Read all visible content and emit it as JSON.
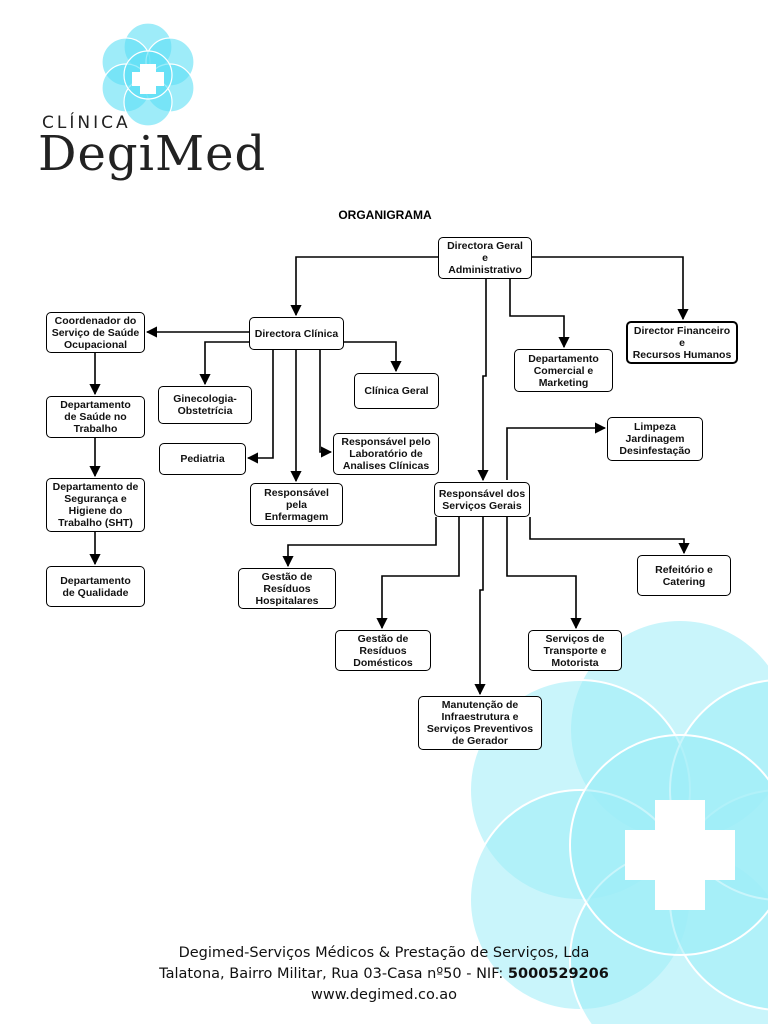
{
  "logo": {
    "clinica": "CLÍNICA",
    "name": "DegiMed"
  },
  "title": "ORGANIGRAMA",
  "nodes": {
    "geral": "Directora Geral\ne\nAdministrativo",
    "clinica": "Directora Clínica",
    "financeiro": "Director Financeiro\ne\nRecursos Humanos",
    "comercial": "Departamento\nComercial e\nMarketing",
    "coord_saude": "Coordenador do\nServiço de Saúde\nOcupacional",
    "dep_saude": "Departamento\nde Saúde no\nTrabalho",
    "dep_seguranca": "Departamento de\nSegurança e\nHigiene do\nTrabalho (SHT)",
    "dep_qualidade": "Departamento\nde Qualidade",
    "ginecologia": "Ginecologia-\nObstetrícia",
    "pediatria": "Pediatria",
    "clinica_geral": "Clínica Geral",
    "laboratorio": "Responsável pelo\nLaboratório de\nAnalises Clínicas",
    "enfermagem": "Responsável\npela\nEnfermagem",
    "servicos_gerais": "Responsável dos\nServiços Gerais",
    "limpeza": "Limpeza\nJardinagem\nDesinfestação",
    "refeitorio": "Refeitório e\nCatering",
    "residuos_hosp": "Gestão de\nResíduos\nHospitalares",
    "residuos_dom": "Gestão de\nResíduos\nDomésticos",
    "transporte": "Serviços de\nTransporte e\nMotorista",
    "manutencao": "Manutenção de\nInfraestrutura e\nServiços Preventivos\nde Gerador"
  },
  "footer": {
    "line1": "Degimed-Serviços Médicos & Prestação de Serviços, Lda",
    "line2_prefix": "Talatona, Bairro Militar, Rua 03-Casa nº50 - NIF: ",
    "nif": "5000529206",
    "line3": "www.degimed.co.ao"
  },
  "colors": {
    "accent": "#5ee0f5",
    "accent_light": "#b8f1fb",
    "line": "#000000"
  }
}
